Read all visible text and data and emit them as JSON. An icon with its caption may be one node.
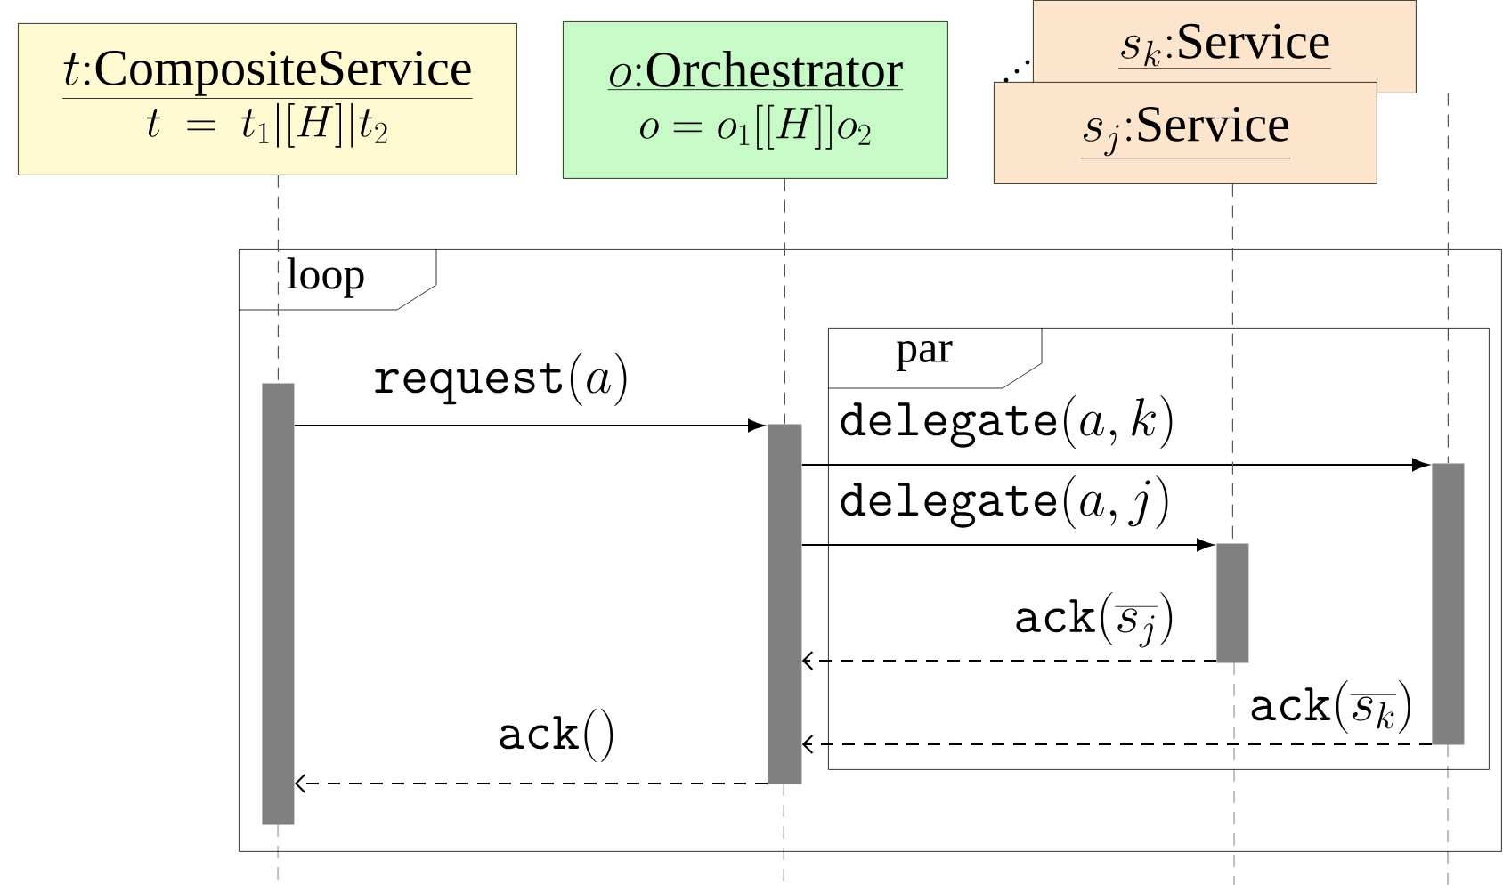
{
  "diagram": {
    "nodes": [
      {
        "text": [
          "t{:}\\mathrm{CompositeService}",
          "t\\ =\\ t_1|[H]|t_2"
        ]
      },
      {
        "text": [
          "o{:}\\mathrm{Orchestrator}",
          "o = o_1\\big[[H]\\big]o_2"
        ]
      },
      {
        "text": [
          "s_k{:}\\mathrm{Service}"
        ]
      },
      {
        "text": [
          "s_j{:}\\mathrm{Service}"
        ]
      },
      {
        "text": [
          "loop"
        ]
      },
      {
        "text": [
          "par"
        ],
        "in": 4
      },
      {
        "text": [],
        "shape": "bar",
        "in": 4
      },
      {
        "text": [],
        "shape": "bar",
        "in": 4
      },
      {
        "text": [],
        "shape": "bar",
        "in": 5
      },
      {
        "text": [],
        "shape": "bar",
        "in": 5
      }
    ],
    "edges": [
      {
        "from": 6,
        "to": 7,
        "arrow": "to",
        "label": "\\mathtt{request}(a)"
      },
      {
        "from": 7,
        "to": 9,
        "arrow": "to",
        "label": "\\mathtt{delegate}(a,k)"
      },
      {
        "from": 7,
        "to": 8,
        "arrow": "to",
        "label": "\\mathtt{delegate}(a,j)"
      },
      {
        "from": 8,
        "to": 7,
        "arrow": "to",
        "style": "dashed",
        "label": "\\mathtt{ack}(\\overline{s_j})"
      },
      {
        "from": 9,
        "to": 7,
        "arrow": "to",
        "style": "dashed",
        "label": "\\mathtt{ack}(\\overline{s_k})"
      },
      {
        "from": 7,
        "to": 6,
        "arrow": "to",
        "style": "dashed",
        "label": "\\mathtt{ack}()"
      },
      {
        "from": 0,
        "to": 6,
        "arrow": "none",
        "style": "dashed",
        "color": "#555555"
      },
      {
        "from": 1,
        "to": 7,
        "arrow": "none",
        "style": "dashed",
        "color": "#555555"
      },
      {
        "from": 3,
        "to": 8,
        "arrow": "none",
        "style": "dashed",
        "color": "#555555"
      },
      {
        "from": 2,
        "to": 9,
        "arrow": "none",
        "style": "dashed",
        "color": "#555555"
      }
    ]
  }
}
